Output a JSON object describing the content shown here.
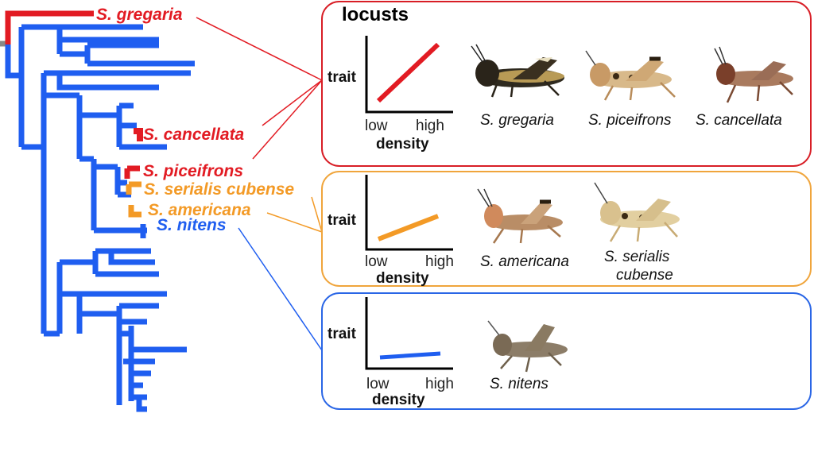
{
  "colors": {
    "red": "#e21b23",
    "orange": "#f39a26",
    "blue": "#1f5ef0",
    "panel_red_border": "#d81e26",
    "panel_orange_border": "#f0a53c",
    "panel_blue_border": "#2a66e6"
  },
  "tree_labels": {
    "gregaria": "S. gregaria",
    "cancellata": "S. cancellata",
    "piceifrons": "S. piceifrons",
    "serialis": "S. serialis cubense",
    "americana": "S. americana",
    "nitens": "S. nitens"
  },
  "panels": {
    "locusts": {
      "title": "locusts",
      "plot": {
        "ylabel": "trait",
        "xlabel": "density",
        "x_low": "low",
        "x_high": "high",
        "slope": "steep"
      },
      "captions": [
        "S. gregaria",
        "S. piceifrons",
        "S. cancellata"
      ]
    },
    "orange": {
      "plot": {
        "ylabel": "trait",
        "xlabel": "density",
        "x_low": "low",
        "x_high": "high",
        "slope": "moderate"
      },
      "captions": [
        "S. americana",
        "S. serialis",
        "cubense"
      ]
    },
    "blue": {
      "plot": {
        "ylabel": "trait",
        "xlabel": "density",
        "x_low": "low",
        "x_high": "high",
        "slope": "shallow"
      },
      "captions": [
        "S. nitens"
      ]
    }
  },
  "icons": [
    "grasshopper-photo-icon"
  ]
}
